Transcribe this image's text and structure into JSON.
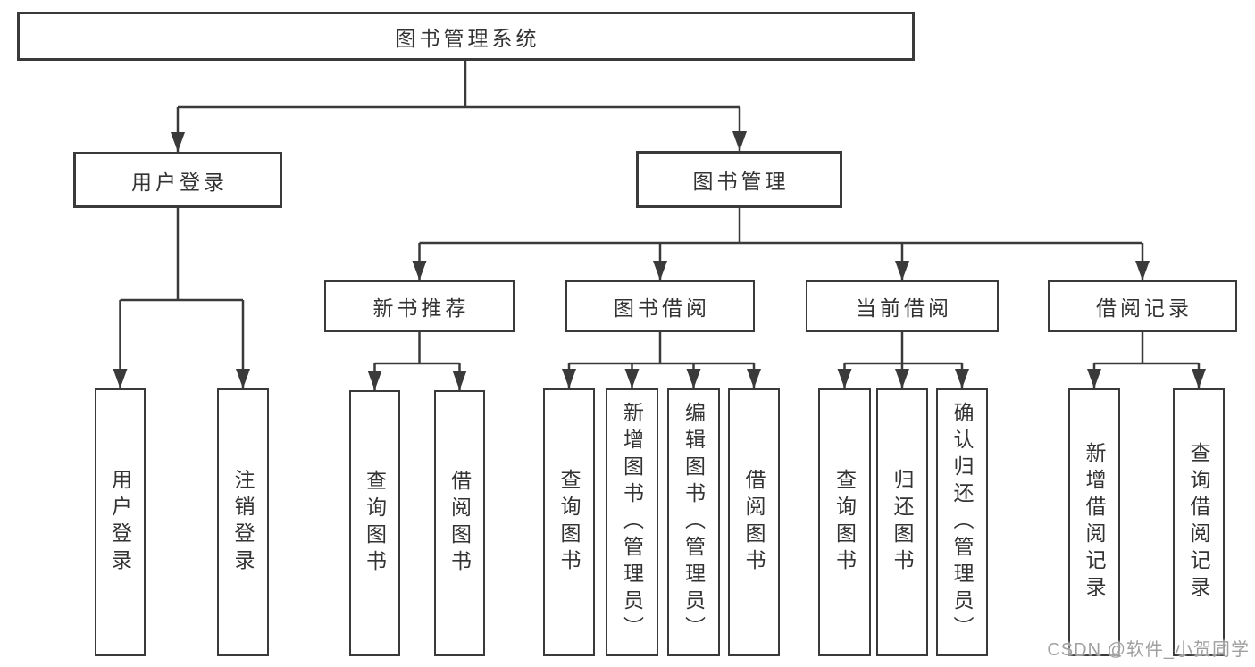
{
  "tree": {
    "root": {
      "label": "图书管理系统"
    },
    "branches": [
      {
        "label": "用户登录",
        "children": [
          {
            "label": "用户登录"
          },
          {
            "label": "注销登录"
          }
        ]
      },
      {
        "label": "图书管理",
        "children": [
          {
            "label": "新书推荐",
            "children": [
              {
                "label": "查询图书"
              },
              {
                "label": "借阅图书"
              }
            ]
          },
          {
            "label": "图书借阅",
            "children": [
              {
                "label": "查询图书"
              },
              {
                "label": "新增图书（管理员）"
              },
              {
                "label": "编辑图书（管理员）"
              },
              {
                "label": "借阅图书"
              }
            ]
          },
          {
            "label": "当前借阅",
            "children": [
              {
                "label": "查询图书"
              },
              {
                "label": "归还图书"
              },
              {
                "label": "确认归还（管理员）"
              }
            ]
          },
          {
            "label": "借阅记录",
            "children": [
              {
                "label": "新增借阅记录"
              },
              {
                "label": "查询借阅记录"
              }
            ]
          }
        ]
      }
    ]
  },
  "watermark": {
    "text": "CSDN @软件_小贺同学"
  },
  "colors": {
    "line": "#3a3a3a",
    "text": "#333333",
    "background": "#ffffff",
    "watermark": "#a0a0a0"
  }
}
